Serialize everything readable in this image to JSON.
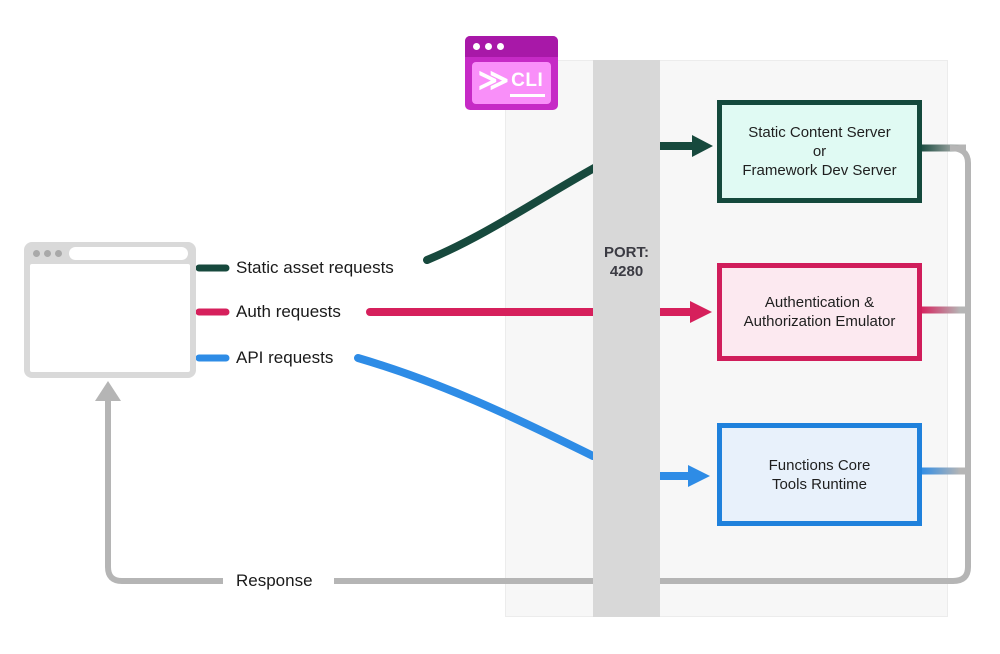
{
  "colors": {
    "green": "#17493d",
    "pink": "#d6205c",
    "blue": "#2e8ce6",
    "gray": "#b5b5b5",
    "bar_fill": "#d8d8d8",
    "panel_fill": "#f7f7f7",
    "green_box_border": "#14493c",
    "green_box_fill": "#e0faf3",
    "pink_box_border": "#d01d5b",
    "pink_box_fill": "#fce9f0",
    "blue_box_border": "#1f81dc",
    "blue_box_fill": "#e8f1fb",
    "cli_title": "#a818a8",
    "cli_frame": "#c62ac6",
    "cli_inner": "#f98ff9"
  },
  "cli": {
    "label": "CLI",
    "chevrons": "≫"
  },
  "port": {
    "label": "PORT:",
    "number": "4280"
  },
  "flows": {
    "static": {
      "label": "Static asset requests"
    },
    "auth": {
      "label": "Auth requests"
    },
    "api": {
      "label": "API requests"
    },
    "response": {
      "label": "Response"
    }
  },
  "boxes": {
    "static": {
      "line1": "Static Content Server",
      "line2": "or",
      "line3": "Framework Dev Server"
    },
    "auth": {
      "line1": "Authentication &",
      "line2": "Authorization Emulator"
    },
    "functions": {
      "line1": "Functions Core",
      "line2": "Tools Runtime"
    }
  }
}
